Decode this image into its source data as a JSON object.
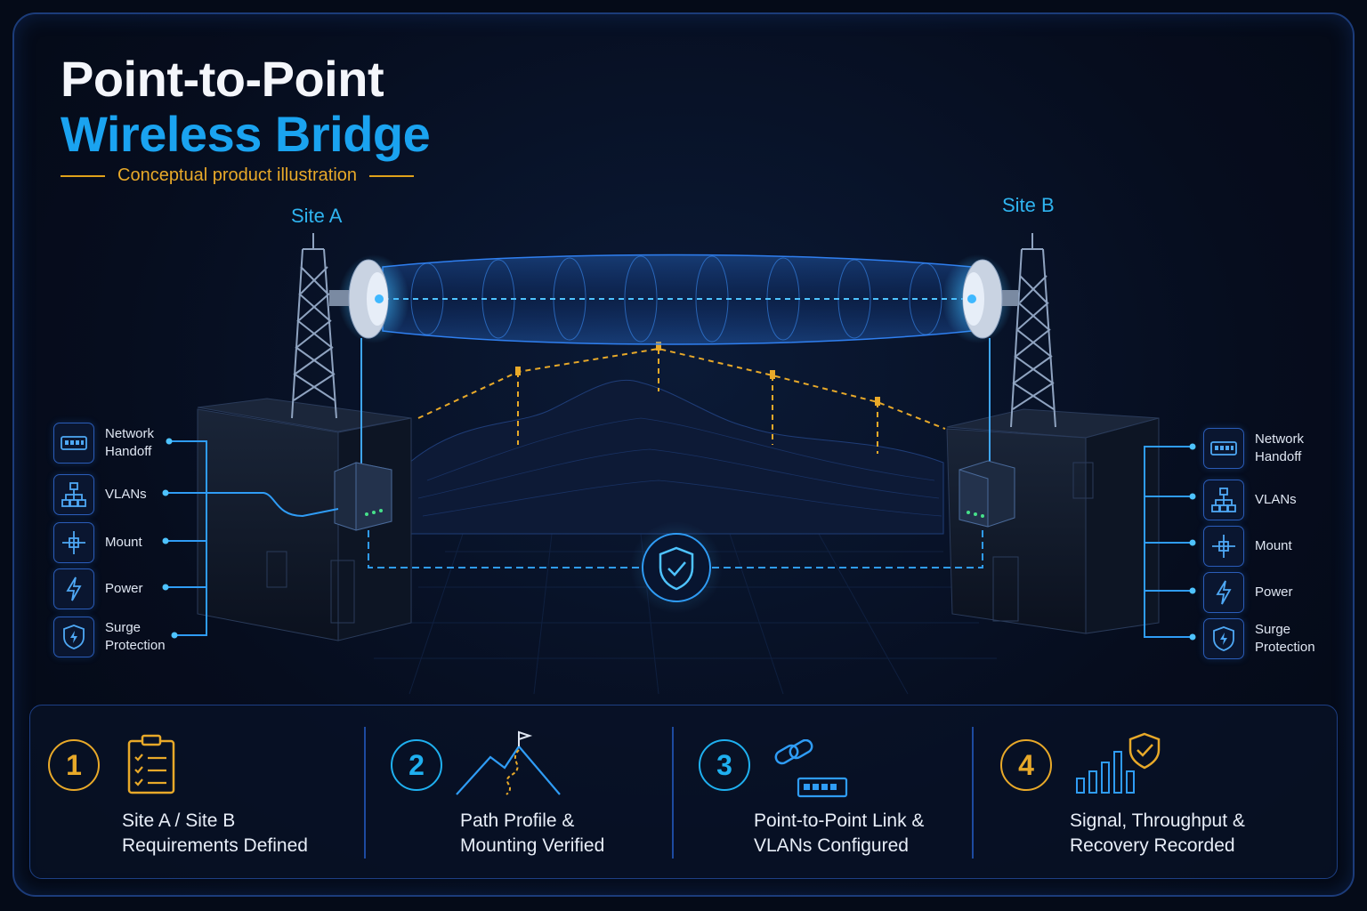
{
  "header": {
    "title_line1": "Point-to-Point",
    "title_line2": "Wireless Bridge",
    "subtitle": "Conceptual product illustration"
  },
  "sites": {
    "a_label": "Site A",
    "b_label": "Site B"
  },
  "features_left": [
    {
      "icon": "network-handoff-icon",
      "label": "Network\nHandoff"
    },
    {
      "icon": "vlans-icon",
      "label": "VLANs"
    },
    {
      "icon": "mount-icon",
      "label": "Mount"
    },
    {
      "icon": "power-icon",
      "label": "Power"
    },
    {
      "icon": "surge-protection-icon",
      "label": "Surge\nProtection"
    }
  ],
  "features_right": [
    {
      "icon": "network-handoff-icon",
      "label": "Network\nHandoff"
    },
    {
      "icon": "vlans-icon",
      "label": "VLANs"
    },
    {
      "icon": "mount-icon",
      "label": "Mount"
    },
    {
      "icon": "power-icon",
      "label": "Power"
    },
    {
      "icon": "surge-protection-icon",
      "label": "Surge\nProtection"
    }
  ],
  "steps": [
    {
      "number": "1",
      "icon": "checklist-icon",
      "text": "Site A / Site B\nRequirements Defined"
    },
    {
      "number": "2",
      "icon": "mountain-path-icon",
      "text": "Path Profile &\nMounting Verified"
    },
    {
      "number": "3",
      "icon": "link-switch-icon",
      "text": "Point-to-Point Link &\nVLANs Configured"
    },
    {
      "number": "4",
      "icon": "signal-shield-icon",
      "text": "Signal, Throughput &\nRecovery Recorded"
    }
  ],
  "colors": {
    "accent_blue": "#1aa3f0",
    "accent_gold": "#e8a929",
    "background": "#050b18"
  }
}
